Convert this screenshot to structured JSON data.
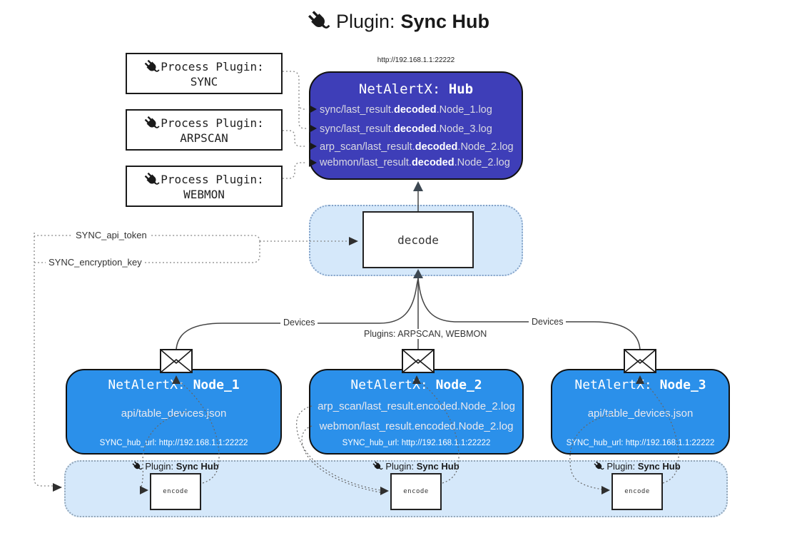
{
  "title": {
    "prefix": "Plugin: ",
    "bold": "Sync Hub"
  },
  "hub": {
    "url": "http://192.168.1.1:22222",
    "title_prefix": "NetAlertX: ",
    "title_bold": "Hub",
    "lines": [
      {
        "pre": "sync/last_result.",
        "bold": "decoded",
        "post": ".Node_1.log"
      },
      {
        "pre": "sync/last_result.",
        "bold": "decoded",
        "post": ".Node_3.log"
      },
      {
        "pre": "arp_scan/last_result.",
        "bold": "decoded",
        "post": ".Node_2.log"
      },
      {
        "pre": "webmon/last_result.",
        "bold": "decoded",
        "post": ".Node_2.log"
      }
    ]
  },
  "process_plugins": [
    {
      "label": "Process Plugin:",
      "name": "SYNC"
    },
    {
      "label": "Process Plugin:",
      "name": "ARPSCAN"
    },
    {
      "label": "Process Plugin:",
      "name": "WEBMON"
    }
  ],
  "decode": {
    "label": "decode"
  },
  "settings": {
    "api_token": "SYNC_api_token",
    "encryption_key": "SYNC_encryption_key"
  },
  "edges": {
    "devices_left": "Devices",
    "devices_right": "Devices",
    "plugins_mid": "Plugins: ARPSCAN, WEBMON"
  },
  "nodes": [
    {
      "title_prefix": "NetAlertX: ",
      "title_bold": "Node_1",
      "line1": "api/table_devices.json",
      "line2": "",
      "hub_url": "SYNC_hub_url: http://192.168.1.1:22222"
    },
    {
      "title_prefix": "NetAlertX: ",
      "title_bold": "Node_2",
      "line1": "arp_scan/last_result.encoded.Node_2.log",
      "line2": "webmon/last_result.encoded.Node_2.log",
      "hub_url": "SYNC_hub_url: http://192.168.1.1:22222"
    },
    {
      "title_prefix": "NetAlertX: ",
      "title_bold": "Node_3",
      "line1": "api/table_devices.json",
      "line2": "",
      "hub_url": "SYNC_hub_url: http://192.168.1.1:22222"
    }
  ],
  "encode": {
    "label": "encode",
    "plugin_prefix": "Plugin: ",
    "plugin_bold": "Sync Hub"
  },
  "colors": {
    "hub_fill": "#3e3eb8",
    "node_fill": "#2b90ea",
    "band_fill": "#d5e8fa",
    "wire": "#444",
    "dotted": "#777"
  }
}
